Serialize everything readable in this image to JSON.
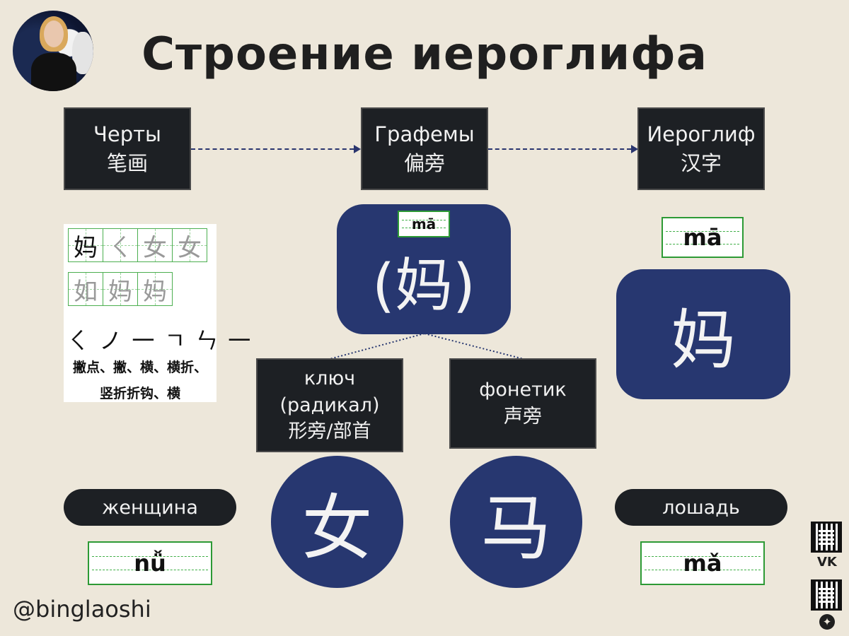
{
  "title": "Строение иероглифа",
  "flow": {
    "strokes": {
      "ru": "Черты",
      "zh": "笔画"
    },
    "graphemes": {
      "ru": "Графемы",
      "zh": "偏旁"
    },
    "hieroglyph": {
      "ru": "Иероглиф",
      "zh": "汉字"
    }
  },
  "stroke_image": {
    "row1": [
      "妈",
      "ㄑ",
      "女",
      "女"
    ],
    "row2": [
      "如",
      "妈",
      "妈"
    ],
    "glyphs": "ㄑ ノ 一 ㄱ ㄣ 一",
    "names_line1": "撇点、撇、横、横折、",
    "names_line2": "竖折折钩、横"
  },
  "center": {
    "pinyin": "mā",
    "char": "(妈)"
  },
  "right": {
    "pinyin": "mā",
    "char": "妈"
  },
  "key": {
    "line1": "ключ",
    "line2": "(радикал)",
    "line3": "形旁/部首"
  },
  "phonetic": {
    "line1": "фонетик",
    "line2": "声旁"
  },
  "left_pill": "женщина",
  "right_pill": "лошадь",
  "radical_char": "女",
  "phonetic_char": "马",
  "left_pinyin": "nǚ",
  "right_pinyin": "mǎ",
  "handle": "@binglaoshi",
  "social": {
    "vk": "VK",
    "badge": "✦"
  },
  "colors": {
    "background": "#ede7da",
    "navy": "#273770",
    "dark": "#1d2024",
    "grid_green": "#2d9a35"
  }
}
